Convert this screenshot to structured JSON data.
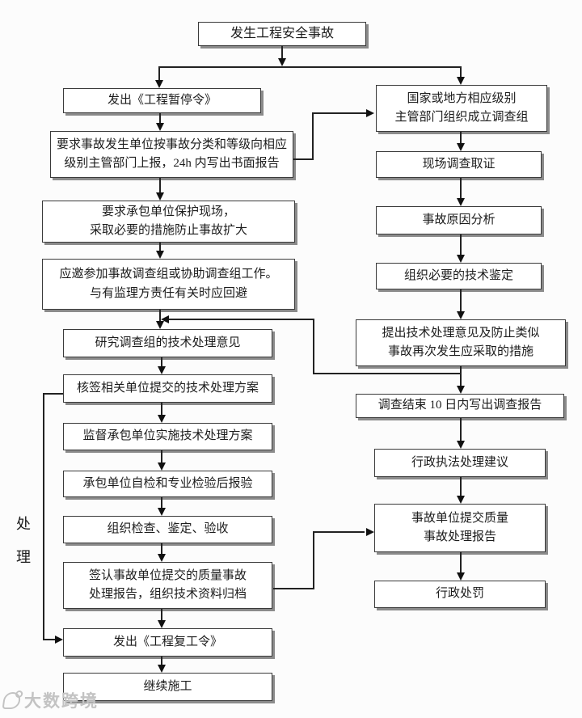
{
  "diagram": {
    "start": "发生工程安全事故",
    "left_flow": [
      "发出《工程暂停令》",
      "要求事故发生单位按事故分类和等级向相应\n级别主管部门上报，24h 内写出书面报告",
      "要求承包单位保护现场，\n采取必要的措施防止事故扩大",
      "应邀参加事故调查组或协助调查组工作。\n与有监理方责任有关时应回避",
      "研究调查组的技术处理意见",
      "核签相关单位提交的技术处理方案",
      "监督承包单位实施技术处理方案",
      "承包单位自检和专业检验后报验",
      "组织检查、鉴定、验收",
      "签认事故单位提交的质量事故\n处理报告，组织技术资料归档",
      "发出《工程复工令》",
      "继续施工"
    ],
    "right_flow": [
      "国家或地方相应级别\n主管部门组织成立调查组",
      "现场调查取证",
      "事故原因分析",
      "组织必要的技术鉴定",
      "提出技术处理意见及防止类似\n事故再次发生应采取的措施",
      "调查结束 10 日内写出调查报告",
      "行政执法处理建议",
      "事故单位提交质量\n事故处理报告",
      "行政处罚"
    ],
    "side_label": "处\n理",
    "watermark": "大数跨境"
  }
}
